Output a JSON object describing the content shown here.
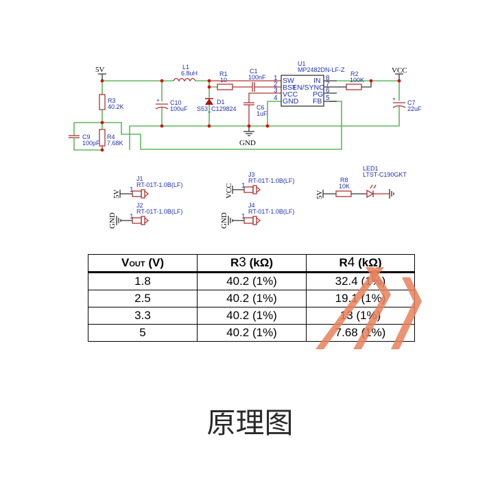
{
  "schematic": {
    "nets": {
      "5v": "5V",
      "vcc": "VCC",
      "gnd": "GND"
    },
    "components": {
      "L1": {
        "ref": "L1",
        "value": "6.8uH"
      },
      "R1": {
        "ref": "R1",
        "value": "10"
      },
      "C1": {
        "ref": "C1",
        "value": "100nF"
      },
      "U1": {
        "ref": "U1",
        "value": "MP2482DN-LF-Z"
      },
      "R2": {
        "ref": "R2",
        "value": "100K"
      },
      "R3": {
        "ref": "R3",
        "value": "40.2K"
      },
      "R4": {
        "ref": "R4",
        "value": "7.68K"
      },
      "C9": {
        "ref": "C9",
        "value": "100pF"
      },
      "C10": {
        "ref": "C10",
        "value": "100uF"
      },
      "D1": {
        "ref": "D1",
        "value": "S53_C129824"
      },
      "C6": {
        "ref": "C6",
        "value": "1uF"
      },
      "C7": {
        "ref": "C7",
        "value": "22uF"
      },
      "R8": {
        "ref": "R8",
        "value": "10K"
      },
      "LED1": {
        "ref": "LED1",
        "value": "LTST-C190GKT"
      },
      "J1": {
        "ref": "J1",
        "value": "RT-01T-1.0B(LF)",
        "pin": "1",
        "net": "5V"
      },
      "J2": {
        "ref": "J2",
        "value": "RT-01T-1.0B(LF)",
        "pin": "1",
        "net": "GND"
      },
      "J3": {
        "ref": "J3",
        "value": "RT-01T-1.0B(LF)",
        "pin": "1",
        "net": "VCC"
      },
      "J4": {
        "ref": "J4",
        "value": "RT-01T-1.0B(LF)",
        "pin": "1",
        "net": "GND"
      }
    },
    "u1_pins_left": [
      {
        "num": "1",
        "name": "SW"
      },
      {
        "num": "2",
        "name": "BST"
      },
      {
        "num": "3",
        "name": "VCC"
      },
      {
        "num": "4",
        "name": "GND"
      }
    ],
    "u1_pins_right": [
      {
        "num": "8",
        "name": "IN"
      },
      {
        "num": "7",
        "name": "EN/SYNC"
      },
      {
        "num": "6",
        "name": "PG"
      },
      {
        "num": "5",
        "name": "FB"
      }
    ]
  },
  "table": {
    "headers": {
      "vout_main": "V",
      "vout_sub": "OUT",
      "vout_unit": " (V)",
      "r3_prefix": "R",
      "r3_num": "3",
      "r3_unit": "(kΩ)",
      "r4_prefix": "R",
      "r4_num": "4",
      "r4_unit": "(kΩ)"
    },
    "rows": [
      {
        "vout": "1.8",
        "r3": "40.2 (1%)",
        "r4": "32.4 (1%)"
      },
      {
        "vout": "2.5",
        "r3": "40.2 (1%)",
        "r4": "19.1 (1%)"
      },
      {
        "vout": "3.3",
        "r3": "40.2 (1%)",
        "r4": "13 (1%)"
      },
      {
        "vout": "5",
        "r3": "40.2 (1%)",
        "r4": "7.68 (1%)"
      }
    ]
  },
  "caption": "原理图",
  "colors": {
    "wire": "#5cb85c",
    "component": "#b03030",
    "label": "#1d2fb5",
    "junction": "#d81010",
    "watermark": "#e8805a"
  }
}
